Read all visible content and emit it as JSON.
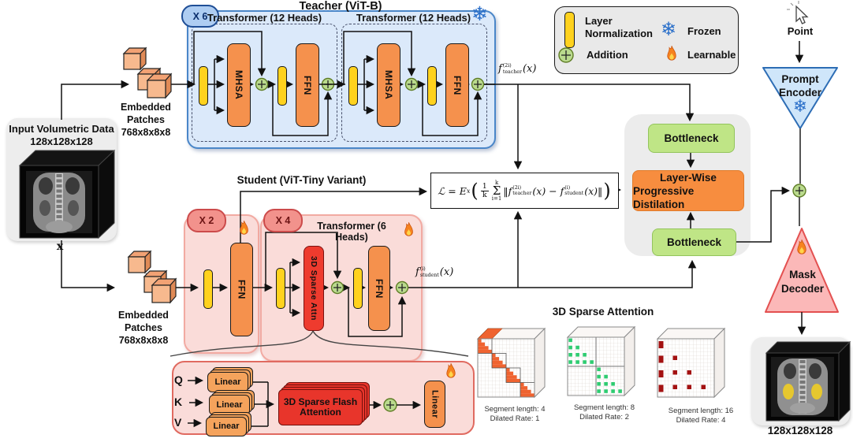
{
  "palette": {
    "teacher_blue": "#dbe9fa",
    "student_pink": "#fadcd9",
    "block_orange": "#f5914d",
    "attn_red": "#ee3b2e",
    "layernorm_yellow": "#ffd21e",
    "addition_green": "#bada8d",
    "bottleneck_green": "#bfe586",
    "distill_orange": "#f78d3f",
    "frozen_blue": "#2a6fc9",
    "panel_gray": "#ececec"
  },
  "teacher": {
    "title": "Teacher (ViT-B)",
    "badge": "X 6",
    "block1_title": "Transformer (12 Heads)",
    "block2_title": "Transformer (12 Heads)",
    "mhsa_label": "MHSA",
    "ffn_label": "FFN",
    "output": {
      "f": "f",
      "sup": "(2i)",
      "sub": "teacher",
      "arg": "(x)"
    }
  },
  "input": {
    "title": "Input Volumetric Data",
    "size": "128x128x128",
    "var_label": "x"
  },
  "patches_teacher": {
    "l1": "Embedded",
    "l2": "Patches",
    "l3": "768x8x8x8"
  },
  "patches_student": {
    "l1": "Embedded",
    "l2": "Patches",
    "l3": "768x8x8x8"
  },
  "legend": {
    "ln1": "Layer",
    "ln2": "Normalization",
    "frozen": "Frozen",
    "addition": "Addition",
    "learnable": "Learnable"
  },
  "loss": {
    "lhs": "ℒ = E",
    "sub_x": "x",
    "frac_num": "1",
    "frac_den": "k",
    "sum_top": "k",
    "sigma": "Σ",
    "sum_bot": "i=1",
    "norm_open": "‖f",
    "sup1": "(2i)",
    "sub1": "teacher",
    "mid": "(x) − f",
    "sup2": "(i)",
    "sub2": "student",
    "end": "(x)‖"
  },
  "student": {
    "title": "Student (ViT-Tiny Variant)",
    "badge1": "X 2",
    "badge2": "X 4",
    "block_title": "Transformer (6 Heads)",
    "ffn_label": "FFN",
    "sparse_attn_label": "3D Sparse Attn",
    "output": {
      "f": "f",
      "sup": "(i)",
      "sub": "student",
      "arg": "(x)"
    }
  },
  "distill": {
    "bottleneck_top": "Bottleneck",
    "line1": "Layer-Wise",
    "line2": "Progressive Distilation",
    "bottleneck_bottom": "Bottleneck"
  },
  "prompt": {
    "point": "Point",
    "enc1": "Prompt",
    "enc2": "Encoder"
  },
  "mask_decoder": {
    "l1": "Mask",
    "l2": "Decoder",
    "output_size": "128x128x128"
  },
  "qkv": {
    "q": "Q",
    "k": "K",
    "v": "V",
    "linear": "Linear",
    "attn1": "3D Sparse Flash",
    "attn2": "Attention"
  },
  "sparse_viz": {
    "title": "3D Sparse Attention",
    "cubes": [
      {
        "l1": "Segment length: 4",
        "l2": "Dilated Rate: 1"
      },
      {
        "l1": "Segment length: 8",
        "l2": "Dilated Rate: 2"
      },
      {
        "l1": "Segment length: 16",
        "l2": "Dilated Rate: 4"
      }
    ]
  }
}
